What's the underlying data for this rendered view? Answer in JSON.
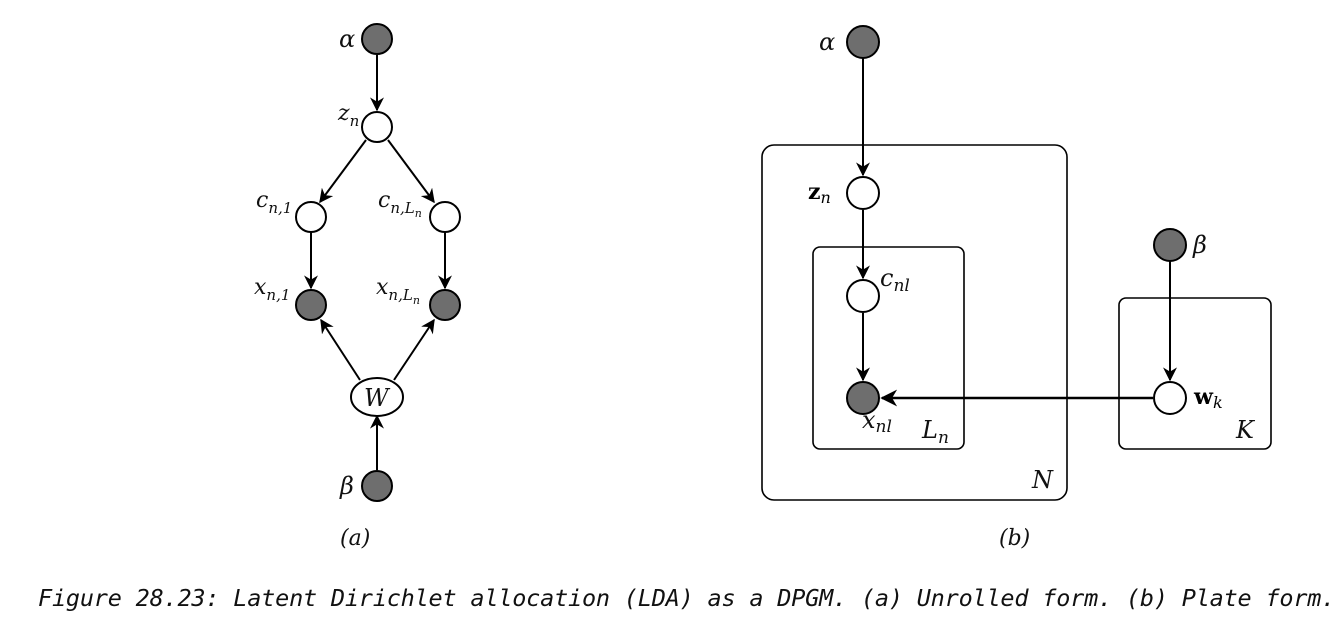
{
  "panel_a": {
    "sublabel": "(a)",
    "nodes": {
      "alpha": "α",
      "z": "z",
      "z_sub": "n",
      "c1": "c",
      "c1_sub": "n,1",
      "cL": "c",
      "cL_sub": "n,L",
      "cL_subsub": "n",
      "x1": "x",
      "x1_sub": "n,1",
      "xL": "x",
      "xL_sub": "n,L",
      "xL_subsub": "n",
      "W": "W",
      "beta": "β"
    }
  },
  "panel_b": {
    "sublabel": "(b)",
    "nodes": {
      "alpha": "α",
      "z": "z",
      "z_sub": "n",
      "c": "c",
      "c_sub": "nl",
      "x": "x",
      "x_sub": "nl",
      "beta": "β",
      "w": "w",
      "w_sub": "k"
    },
    "plates": {
      "N": "N",
      "L": "L",
      "L_sub": "n",
      "K": "K"
    }
  },
  "caption": "Figure 28.23: Latent Dirichlet allocation (LDA) as a DPGM. (a) Unrolled form. (b) Plate form.",
  "colors": {
    "observed_fill": "#6e6e6e",
    "latent_fill": "#ffffff",
    "stroke": "#000000"
  }
}
